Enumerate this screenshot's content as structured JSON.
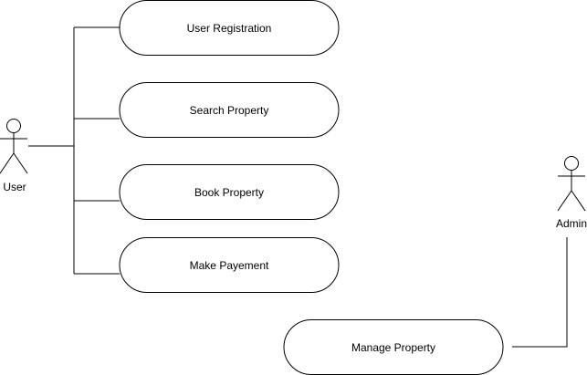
{
  "actors": {
    "user": {
      "label": "User",
      "icon": "stick-figure-icon"
    },
    "admin": {
      "label": "Admin",
      "icon": "stick-figure-icon"
    }
  },
  "use_cases": [
    {
      "label": "User Registration",
      "actor": "user"
    },
    {
      "label": "Search Property",
      "actor": "user"
    },
    {
      "label": "Book Property",
      "actor": "user"
    },
    {
      "label": "Make Payement",
      "actor": "user"
    },
    {
      "label": "Manage Property",
      "actor": "admin"
    }
  ],
  "colors": {
    "line": "#000000",
    "fill": "#ffffff",
    "text": "#000000"
  }
}
